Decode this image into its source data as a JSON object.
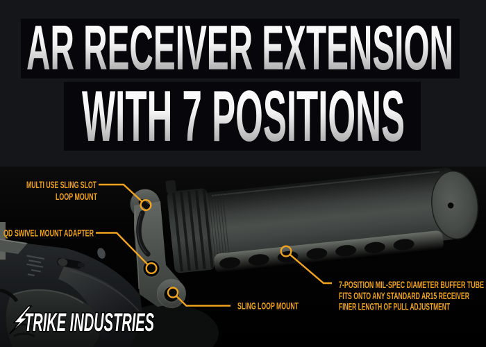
{
  "title": {
    "line1": "AR RECEIVER EXTENSION",
    "line2": "WITH 7 POSITIONS"
  },
  "product": {
    "name": "AR receiver extension (buffer tube) with end plate",
    "position_slot_count": 7,
    "callouts": [
      {
        "id": "multi-use-sling-slot",
        "lines": [
          "MULTI USE SLING SLOT",
          "LOOP MOUNT"
        ]
      },
      {
        "id": "qd-swivel-mount-adapter",
        "lines": [
          "QD SWIVEL MOUNT ADAPTER"
        ]
      },
      {
        "id": "sling-loop-mount",
        "lines": [
          "SLING LOOP MOUNT"
        ]
      },
      {
        "id": "buffer-tube",
        "lines": [
          "7-POSITION MIL-SPEC DIAMETER BUFFER TUBE",
          "FITS ONTO ANY STANDARD AR15 RECEIVER",
          "FINER LENGTH OF PULL ADJUSTMENT"
        ]
      }
    ]
  },
  "brand": {
    "name": "STRIKE INDUSTRIES",
    "display_text": "TRIKE INDUSTRIES",
    "logo_icon": "lightning-bolt-icon"
  },
  "colors": {
    "accent_orange": "#F2A31E",
    "title_silver_top": "#FFFFFF",
    "title_silver_bottom": "#858585",
    "title_strip": "#07070B",
    "page_background": "#15161A",
    "photo_background": "#000000"
  }
}
